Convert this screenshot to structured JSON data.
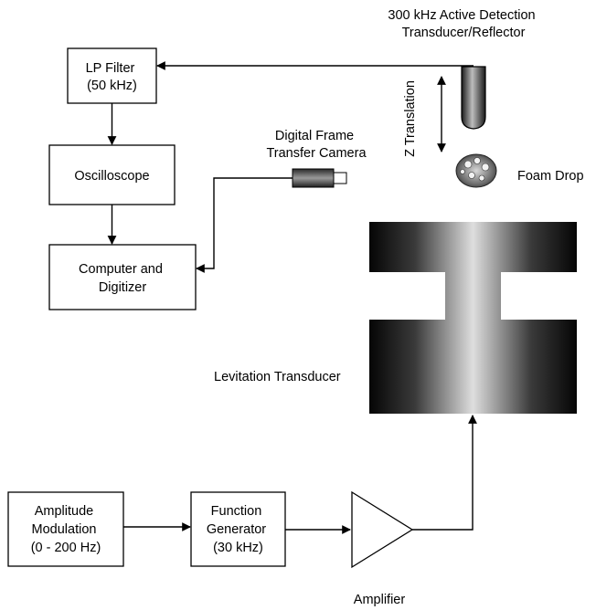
{
  "labels": {
    "active_detection": [
      "300 kHz Active Detection",
      "Transducer/Reflector"
    ],
    "lp_filter": [
      "LP Filter",
      "(50 kHz)"
    ],
    "oscilloscope": [
      "Oscilloscope"
    ],
    "computer": [
      "Computer and",
      "Digitizer"
    ],
    "camera": [
      "Digital Frame",
      "Transfer Camera"
    ],
    "z_translation": "Z Translation",
    "foam_drop": "Foam Drop",
    "levitation_transducer": "Levitation Transducer",
    "amplitude_modulation": [
      "Amplitude",
      "Modulation",
      "(0 - 200 Hz)"
    ],
    "function_generator": [
      "Function",
      "Generator",
      "(30 kHz)"
    ],
    "amplifier": "Amplifier"
  }
}
